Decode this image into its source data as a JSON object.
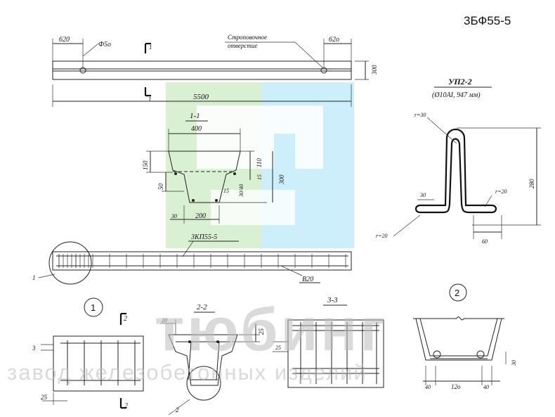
{
  "title": "3БФ55-5",
  "top_view": {
    "left_offset": "620",
    "right_offset": "62о",
    "hole_dia": "Ф5о",
    "sling_label_1": "Строповочное",
    "sling_label_2": "отверстие",
    "height": "300",
    "length": "5500",
    "section_mark": "1"
  },
  "section_1_1": {
    "title": "1-1",
    "top_width": "400",
    "d150": "150",
    "d50": "50",
    "d110": "110",
    "d15": "15",
    "d300": "300",
    "d30_40": "30/40",
    "d30": "30",
    "bottom_width": "200"
  },
  "up_2_2": {
    "title": "УП2-2",
    "spec": "(Ø10АI, 947 мм)",
    "r_top": "r=30",
    "height": "280",
    "d30": "30",
    "r_right": "r=20",
    "r_left": "r=20",
    "d60": "60"
  },
  "frame": {
    "label_kp": "3КП55-5",
    "label_concrete": "В20",
    "callout": "1"
  },
  "detail_1": {
    "mark": "1",
    "cut": "2",
    "d3": "3",
    "d25": "25"
  },
  "section_2_2": {
    "title": "2-2",
    "d20": "20",
    "d25": "25",
    "callout": "2"
  },
  "section_3_3": {
    "title": "3-3",
    "d25": "25"
  },
  "detail_2": {
    "mark": "2",
    "d30": "30",
    "d40_left": "40",
    "d120": "12о",
    "d40_right": "40"
  },
  "watermark": {
    "brand": "тюбинг",
    "tagline": "завод железобетонных изделий"
  },
  "colors": {
    "logo_green": "#d9f0d3",
    "logo_blue": "#cdeefb",
    "watermark": "#bdbdbd"
  }
}
